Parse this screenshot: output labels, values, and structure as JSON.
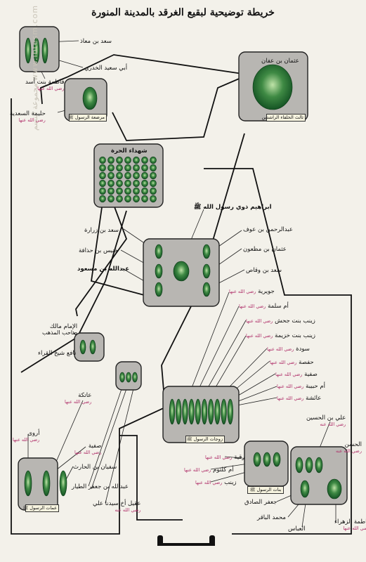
{
  "title": "خريطة توضيحية لبقيع الغرقد بالمدينة المنورة",
  "watermark": "مجموعة ابتسم www.ibtesm.com",
  "honorific": "رضي الله عنها",
  "honorific_m": "رضي الله عنه",
  "plates": {
    "uthman_group": "ثالث الخلفاء الراشدين",
    "halima_group": "مرضعة الرسول ﷺ",
    "wives_group": "زوجات الرسول ﷺ",
    "daughters_group": "بنات الرسول ﷺ",
    "aunts_group": "عمات الرسول ﷺ"
  },
  "box_titles": {
    "harra": "شهداء الحرة",
    "uthman": "عثمان بن عفان"
  },
  "labels": {
    "saad_muadh": "سعد بن معاذ",
    "abu_said": "أبي سعيد الخدري",
    "fatima_asad": "فاطمة بنت أسد",
    "halima": "حليمة السعدية",
    "ibrahim": "ابراهيم ذوي رسول الله ﷺ",
    "abdulrahman_auf": "عبدالرحمن بن عوف",
    "uthman_mazoon": "عثمان بن مظعون",
    "saad_waqqas": "سعد بن وقاص",
    "saad_zurara": "سعد بن زرارة",
    "khunais": "خنيس بن حذافة",
    "ibn_masud": "عبدالله بن مسعود",
    "malik": "الإمام مالك",
    "malik_sub": "صاحب المذهب",
    "nafi": "نافع شيخ القراء",
    "juwayriya": "جويرية",
    "umm_salama": "أم سلمة",
    "zaynab_jahsh": "زينب بنت جحش",
    "zaynab_khuzayma": "زينب بنت خزيمة",
    "sawda": "سودة",
    "hafsa": "حفصة",
    "safiyya_w": "صفية",
    "umm_habiba": "أم حبيبة",
    "aisha": "عائشة",
    "atika": "عاتكة",
    "arwa": "أروى",
    "safiyya_a": "صفية",
    "sufyan": "سفيان بن الحارث",
    "abdullah_jafar": "عبدالله بن جعفر الطيار",
    "aqil": "عقيل أخ سيدنا علي",
    "ruqayya": "رقية",
    "umm_kulthum": "أم كلثوم",
    "zaynab_d": "زينب",
    "ali_husayn": "علي بن الحسين",
    "hasan": "الحسن",
    "jafar_sadiq": "جعفر الصادق",
    "muhammad_baqir": "محمد الباقر",
    "abbas": "العباس",
    "fatima_zahra": "فاطمة الزهراء"
  },
  "colors": {
    "box_fill": "#b8b6b2",
    "grave_dark": "#0d4a1e",
    "grave_light": "#9fd08a",
    "path": "#111111",
    "honorific": "#b0306a"
  }
}
